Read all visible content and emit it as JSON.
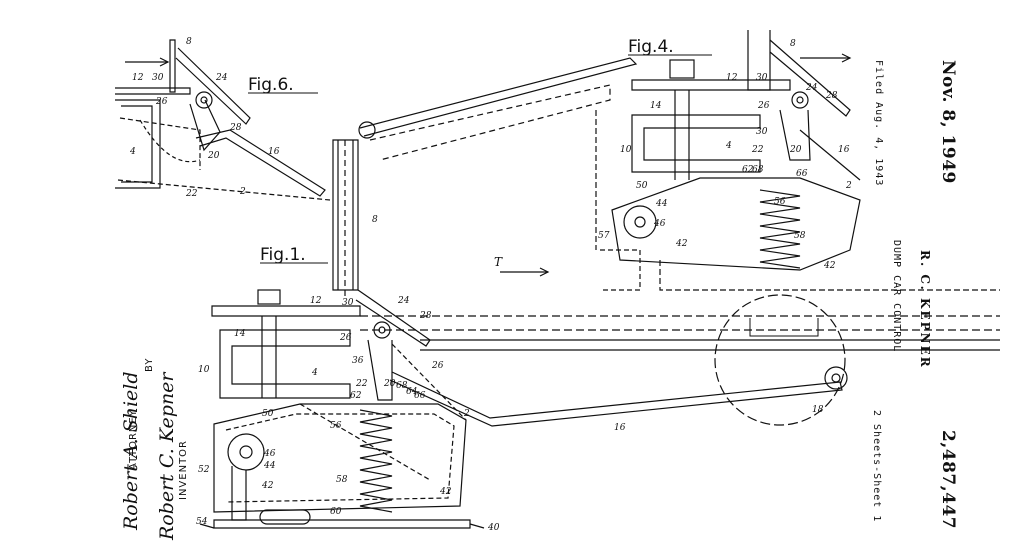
{
  "header": {
    "date": "Nov. 8, 1949",
    "filed": "Filed Aug. 4, 1943",
    "inventor_name": "R. C. KEPNER",
    "title": "DUMP CAR CONTROL",
    "sheets": "2 Sheets-Sheet 1",
    "patent_number": "2,487,447"
  },
  "signatures": {
    "inventor_caption": "INVENTOR",
    "inventor_name": "Robert C. Kepner",
    "by": "BY",
    "attorney_name": "Robert A. Shield",
    "attorney_caption": "ATTORNEY"
  },
  "figures": {
    "fig1": "Fig.1.",
    "fig4": "Fig.4.",
    "fig6": "Fig.6."
  },
  "direction_label": "T",
  "labels": {
    "fig1": [
      "8",
      "12",
      "14",
      "10",
      "30",
      "26",
      "24",
      "28",
      "36",
      "4",
      "22",
      "20",
      "68",
      "64",
      "66",
      "26",
      "2",
      "16",
      "18",
      "50",
      "62",
      "56",
      "46",
      "44",
      "52",
      "42",
      "58",
      "42",
      "60",
      "54",
      "40"
    ],
    "fig4": [
      "8",
      "12",
      "30",
      "24",
      "28",
      "14",
      "26",
      "30",
      "22",
      "20",
      "4",
      "16",
      "10",
      "62",
      "68",
      "66",
      "2",
      "50",
      "56",
      "44",
      "46",
      "42",
      "58",
      "57",
      "42"
    ],
    "fig6": [
      "8",
      "12",
      "30",
      "24",
      "26",
      "28",
      "4",
      "20",
      "16",
      "22",
      "2"
    ]
  }
}
